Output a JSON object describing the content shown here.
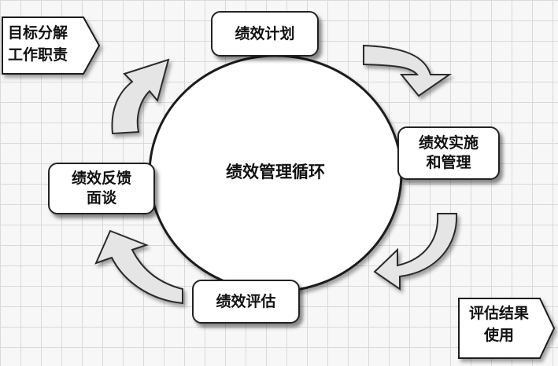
{
  "center": {
    "title": "绩效管理循环"
  },
  "nodes": {
    "plan": "绩效计划",
    "implement": "绩效实施\n和管理",
    "evaluate": "绩效评估",
    "feedback": "绩效反馈\n面谈"
  },
  "tags": {
    "goal": "目标分解\n工作职责",
    "result": "评估结果\n使用"
  }
}
